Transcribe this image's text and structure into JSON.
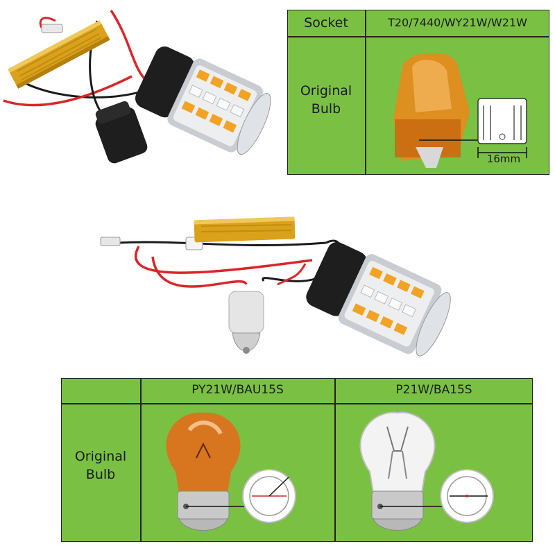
{
  "colors": {
    "panel_green": "#7ac143",
    "border": "#222222",
    "amber": "#e8891c",
    "wire_red": "#d9262a",
    "gold": "#d9a21a"
  },
  "top_table": {
    "socket_label": "Socket",
    "socket_value": "T20/7440/WY21W/W21W",
    "row_label_line1": "Original",
    "row_label_line2": "Bulb",
    "dimension": "16mm"
  },
  "bottom_table": {
    "col1_header": "PY21W/BAU15S",
    "col2_header": "P21W/BA15S",
    "row_label_line1": "Original",
    "row_label_line2": "Bulb"
  }
}
